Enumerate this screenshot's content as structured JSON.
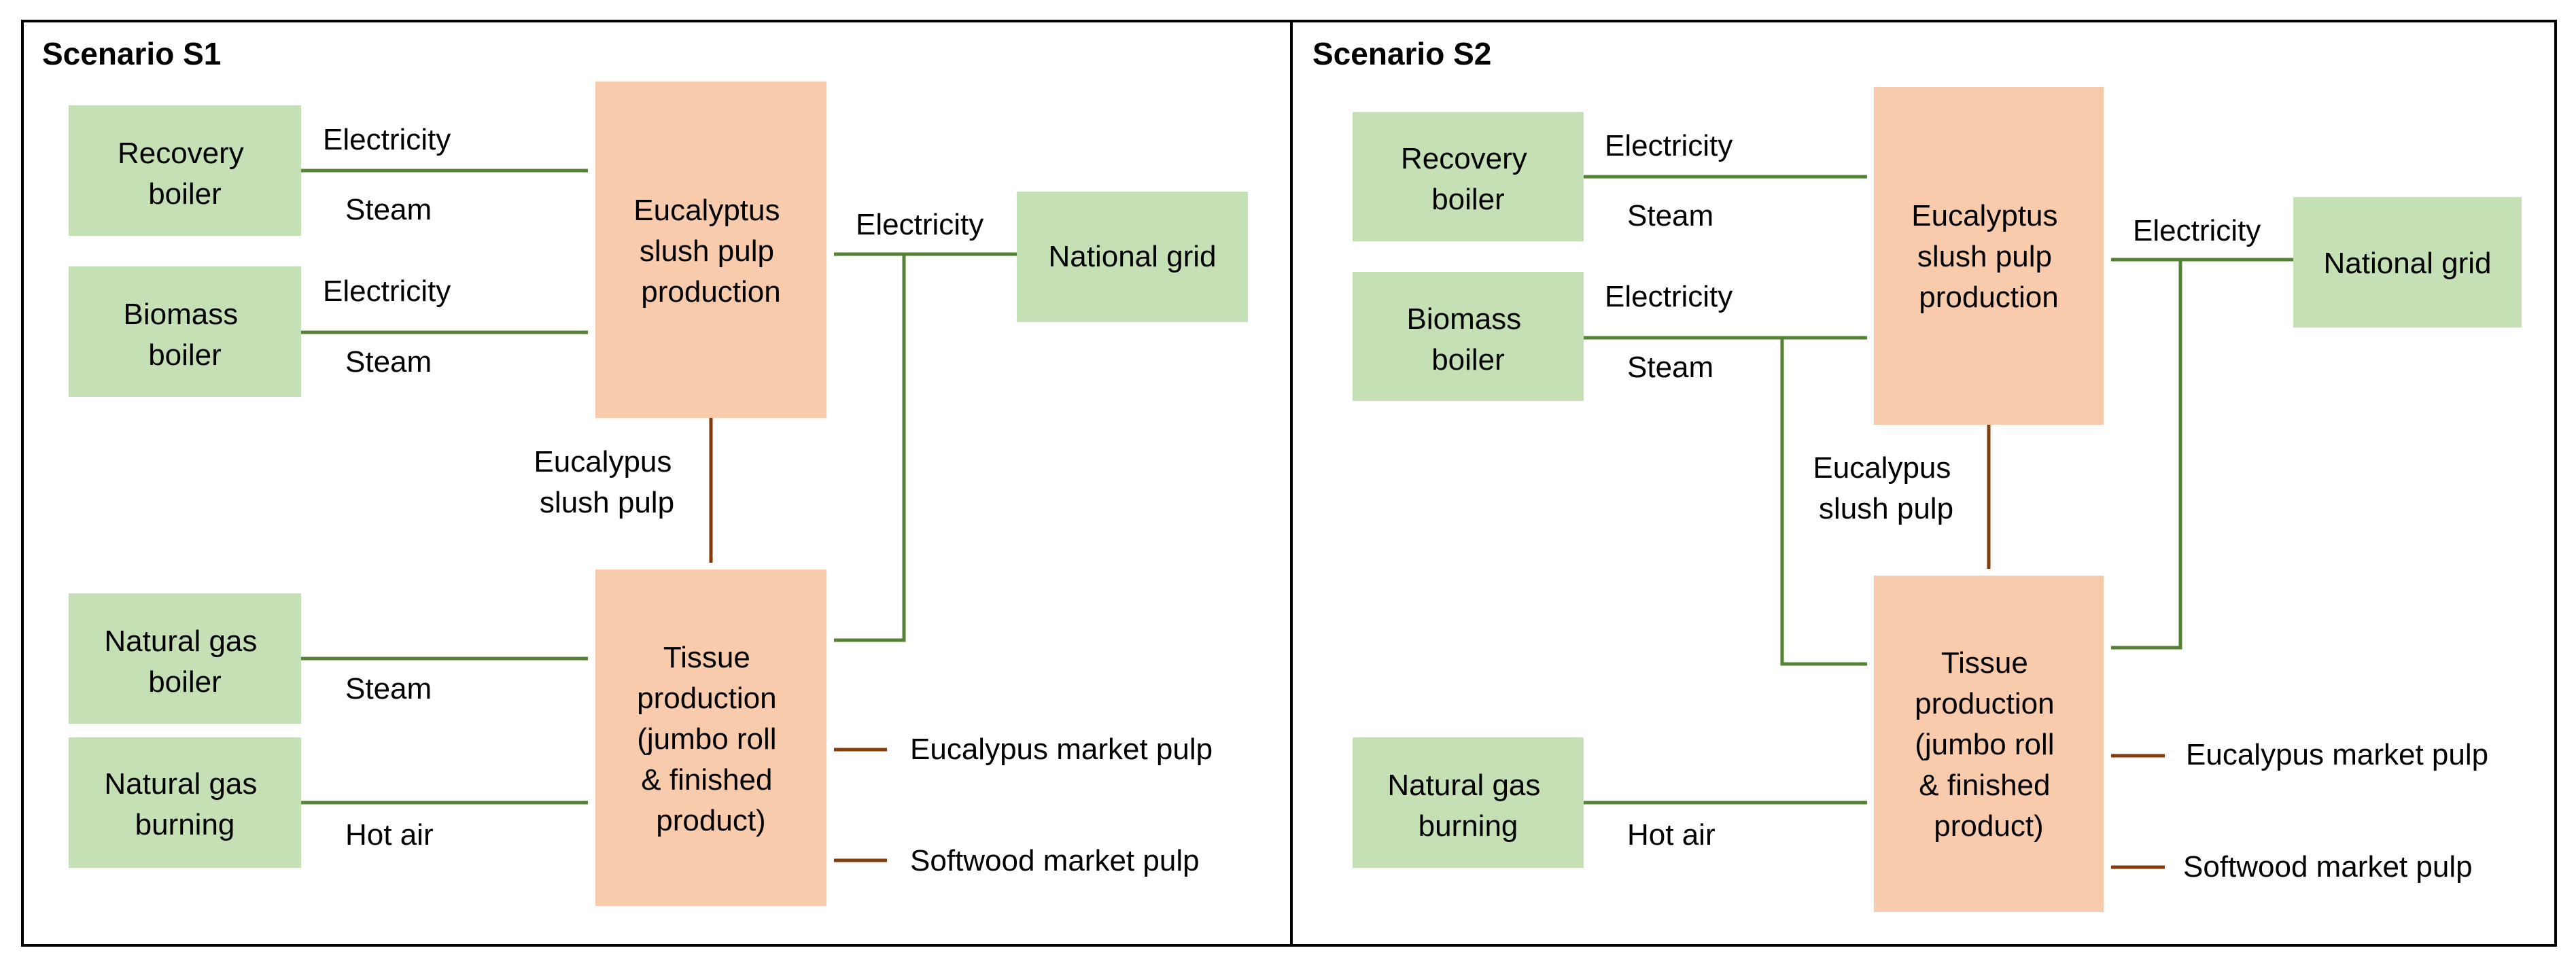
{
  "colors": {
    "green_box": "#c5e0b4",
    "orange_box": "#f8cbad",
    "green_line": "#548235",
    "brown_line": "#843c0c",
    "frame": "#000000"
  },
  "panels": [
    {
      "title": "Scenario S1",
      "boxes": {
        "recovery_boiler": [
          "Recovery",
          "boiler"
        ],
        "biomass_boiler": [
          "Biomass",
          "boiler"
        ],
        "natural_gas_boiler": [
          "Natural gas",
          "boiler"
        ],
        "natural_gas_burning": [
          "Natural gas",
          "burning"
        ],
        "eucalyptus_production": [
          "Eucalyptus",
          "slush pulp",
          "production"
        ],
        "tissue_production": [
          "Tissue",
          "production",
          "(jumbo roll",
          "& finished",
          "product)"
        ],
        "national_grid": [
          "National grid"
        ]
      },
      "labels": {
        "recovery_electricity": "Electricity",
        "recovery_steam": "Steam",
        "biomass_electricity": "Electricity",
        "biomass_steam": "Steam",
        "grid_electricity": "Electricity",
        "slush_pulp": [
          "Eucalypus",
          "slush pulp"
        ],
        "ng_boiler_steam": "Steam",
        "hot_air": "Hot air",
        "eucalyptus_market_pulp": "Eucalypus market pulp",
        "softwood_market_pulp": "Softwood market pulp"
      }
    },
    {
      "title": "Scenario S2",
      "boxes": {
        "recovery_boiler": [
          "Recovery",
          "boiler"
        ],
        "biomass_boiler": [
          "Biomass",
          "boiler"
        ],
        "natural_gas_burning": [
          "Natural gas",
          "burning"
        ],
        "eucalyptus_production": [
          "Eucalyptus",
          "slush pulp",
          "production"
        ],
        "tissue_production": [
          "Tissue",
          "production",
          "(jumbo roll",
          "& finished",
          "product)"
        ],
        "national_grid": [
          "National grid"
        ]
      },
      "labels": {
        "recovery_electricity": "Electricity",
        "recovery_steam": "Steam",
        "biomass_electricity": "Electricity",
        "biomass_steam": "Steam",
        "grid_electricity": "Electricity",
        "slush_pulp": [
          "Eucalypus",
          "slush pulp"
        ],
        "hot_air": "Hot air",
        "eucalyptus_market_pulp": "Eucalypus market pulp",
        "softwood_market_pulp": "Softwood market pulp"
      }
    }
  ]
}
